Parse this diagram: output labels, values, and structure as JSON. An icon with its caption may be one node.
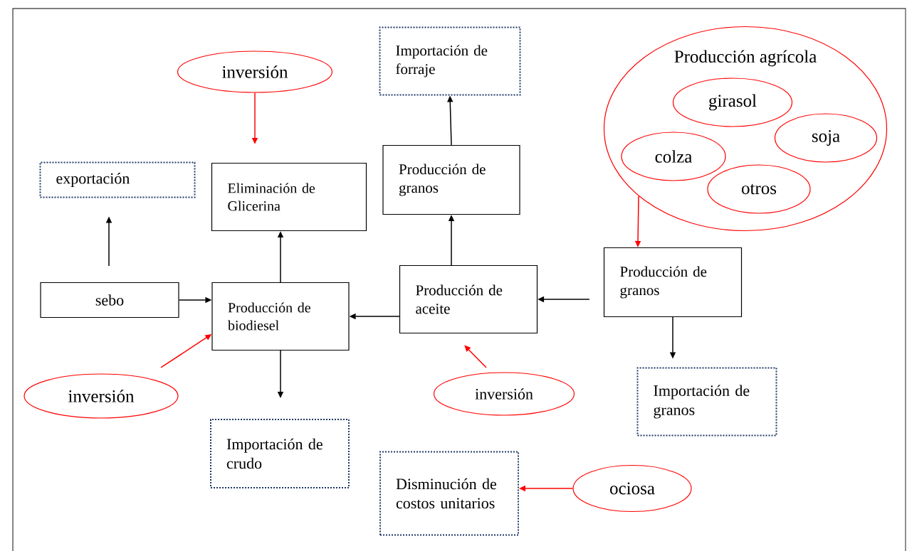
{
  "diagram": {
    "nodes": [
      {
        "text": [
          "inversión"
        ]
      },
      {
        "text": [
          "Importación de forraje"
        ]
      },
      {
        "text": [
          "Producción agrícola"
        ]
      },
      {
        "text": [
          "girasol"
        ],
        "in": 2
      },
      {
        "text": [
          "soja"
        ],
        "in": 2
      },
      {
        "text": [
          "colza"
        ],
        "in": 2
      },
      {
        "text": [
          "otros"
        ],
        "in": 2
      },
      {
        "text": [
          "exportación"
        ]
      },
      {
        "text": [
          "Eliminación de Glicerina"
        ]
      },
      {
        "text": [
          "Producción de granos"
        ]
      },
      {
        "text": [
          "sebo"
        ]
      },
      {
        "text": [
          "Producción de biodiesel"
        ]
      },
      {
        "text": [
          "Producción de aceite"
        ]
      },
      {
        "text": [
          "Producción de granos"
        ]
      },
      {
        "text": [
          "inversión"
        ]
      },
      {
        "text": [
          "inversión"
        ]
      },
      {
        "text": [
          "Importación de granos"
        ]
      },
      {
        "text": [
          "Importación de crudo"
        ]
      },
      {
        "text": [
          "Disminución de costos unitarios"
        ]
      },
      {
        "text": [
          "ociosa"
        ]
      }
    ],
    "edges": [
      {
        "from": 0,
        "to": 8,
        "arrow": "to",
        "color": "#ff0000"
      },
      {
        "from": 9,
        "to": 1,
        "arrow": "to"
      },
      {
        "from": 12,
        "to": 9,
        "arrow": "to"
      },
      {
        "from": 11,
        "to": 8,
        "arrow": "to"
      },
      {
        "from": 10,
        "to": 11,
        "arrow": "to"
      },
      {
        "from": 12,
        "to": 11,
        "arrow": "to"
      },
      {
        "from": 13,
        "to": 12,
        "arrow": "to"
      },
      {
        "from": 2,
        "to": 13,
        "arrow": "to",
        "color": "#ff0000"
      },
      {
        "from": 11,
        "to": 17,
        "arrow": "to"
      },
      {
        "from": 13,
        "to": 16,
        "arrow": "to"
      },
      {
        "from": 14,
        "to": 11,
        "arrow": "to",
        "color": "#ff0000"
      },
      {
        "from": 15,
        "to": 12,
        "arrow": "to",
        "color": "#ff0000"
      },
      {
        "from": 19,
        "to": 18,
        "arrow": "to",
        "color": "#ff0000"
      },
      {
        "from": 10,
        "to": 7,
        "arrow": "to"
      }
    ]
  }
}
